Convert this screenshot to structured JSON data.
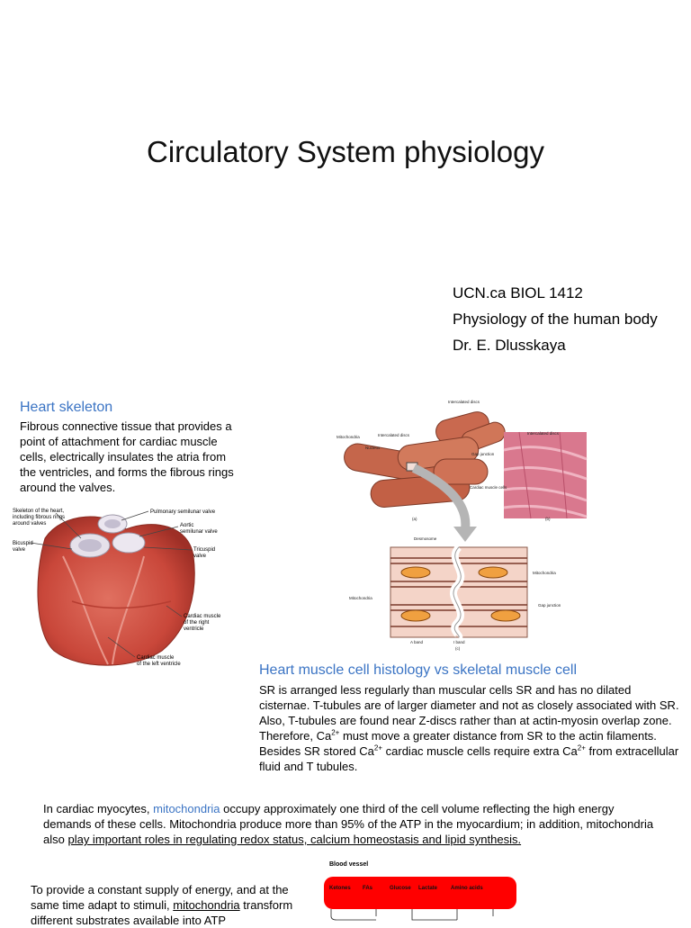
{
  "title": "Circulatory System physiology",
  "course": {
    "line1": "UCN.ca  BIOL 1412",
    "line2": "Physiology of the human body",
    "line3": "Dr. E. Dlusskaya"
  },
  "heart_skeleton": {
    "heading": "Heart skeleton",
    "text": "Fibrous connective tissue that provides a point of attachment for cardiac muscle cells, electrically insulates the atria from the ventricles, and forms the fibrous rings around the valves."
  },
  "heart_figure": {
    "labels": {
      "skeleton": "Skeleton of the heart, including fibrous rings around valves",
      "bicuspid": "Bicuspid valve",
      "pulmonary": "Pulmonary semilunar valve",
      "aortic": "Aortic semilunar valve",
      "tricuspid": "Tricuspid valve",
      "cm_right": "Cardiac muscle of the right ventricle",
      "cm_left": "Cardiac muscle of the left ventricle"
    }
  },
  "muscle_figure": {
    "labels": {
      "intercalated_top": "Intercalated discs",
      "mitochondria_a": "Mitochondria",
      "nucleus": "Nucleus",
      "intercalated_a": "Intercalated discs",
      "gap_junction_a": "Gap junction",
      "cardiac_cells": "Cardiac muscle cells",
      "a": "(a)",
      "intercalated_b": "Intercalated discs",
      "b": "(b)",
      "desmosome": "Desmosome",
      "mitochondria_c_right": "Mitochondria",
      "mitochondria_c_left": "Mitochondria",
      "gap_junction_c": "Gap junction",
      "a_band": "A band",
      "i_band": "I band",
      "c": "(c)"
    }
  },
  "histology": {
    "heading": "Heart muscle cell histology vs skeletal muscle cell",
    "p1": "SR is arranged less regularly than muscular cells SR and has no dilated cisternae. T-tubules are of larger diameter and not as closely associated with SR. Also, T-tubules are found near Z-discs rather than at actin-myosin overlap zone.",
    "p2a": "Therefore, Ca",
    "sup": "2+",
    "p2b": " must move a greater distance from SR to the actin filaments.",
    "p3a": "Besides SR stored Ca",
    "p3b": " cardiac muscle cells require extra Ca",
    "p3c": " from extracellular fluid and T tubules."
  },
  "mito_para": {
    "part1": "In cardiac myocytes, ",
    "mito": "mitochondria",
    "part2": " occupy approximately one third of the cell volume reflecting the high energy demands of these cells. Mitochondria produce more than 95% of the ATP in the myocardium; in addition, mitochondria also ",
    "underlined": "play important roles in regulating redox status, calcium homeostasis and lipid synthesis."
  },
  "supply_para": {
    "part1": "To provide a constant supply of energy, and at the same time adapt to stimuli, ",
    "underlined1": "mitochondria",
    "part2": " transform different substrates available into ATP"
  },
  "vessel_figure": {
    "label": "Blood vessel",
    "items": [
      "Ketones",
      "FAs",
      "Glucose",
      "Lactate",
      "Amino acids"
    ],
    "color": "#ff0000"
  }
}
